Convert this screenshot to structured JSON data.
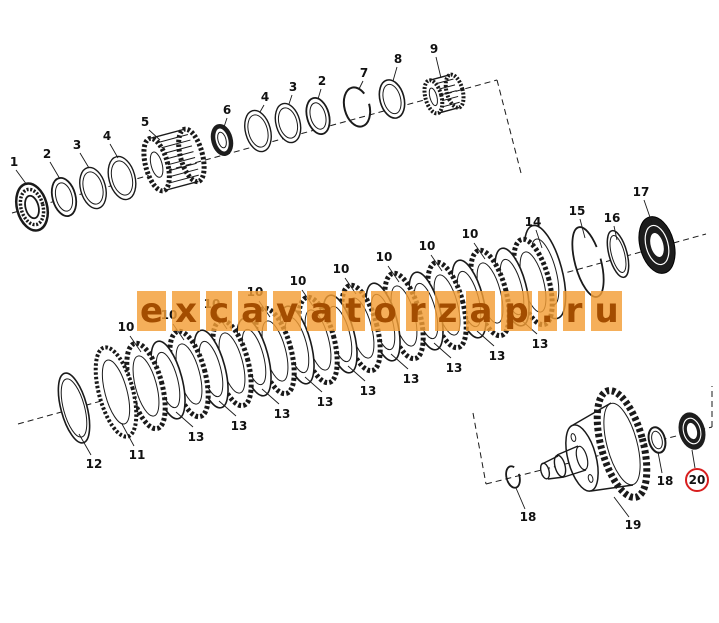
{
  "watermark": {
    "text": "excavatorzap.ru"
  },
  "parts": {
    "p1": "1",
    "p2": "2",
    "p3": "3",
    "p4": "4",
    "p5": "5",
    "p6": "6",
    "p7": "7",
    "p8": "8",
    "p9": "9",
    "p10": "10",
    "p11": "11",
    "p12": "12",
    "p13": "13",
    "p14": "14",
    "p15": "15",
    "p16": "16",
    "p17": "17",
    "p18": "18",
    "p19": "19",
    "p20": "20"
  },
  "colors": {
    "line": "#1a1a1a",
    "watermark_text": "#a34d00",
    "watermark_bg": "#f39e36",
    "highlight": "#d81e1e",
    "paper": "#ffffff"
  }
}
